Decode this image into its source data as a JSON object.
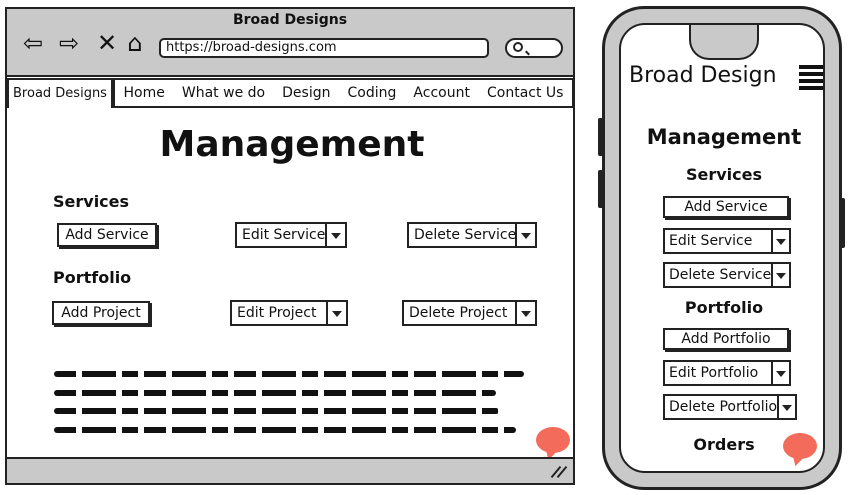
{
  "desktop": {
    "window_title": "Broad Designs",
    "url": "https://broad-designs.com",
    "nav_icons": [
      "back-arrow-icon",
      "forward-arrow-icon",
      "stop-icon",
      "home-icon"
    ],
    "brand": "Broad Designs",
    "nav": [
      "Home",
      "What we do",
      "Design",
      "Coding",
      "Account",
      "Contact Us"
    ],
    "page_title": "Management",
    "services": {
      "label": "Services",
      "add": "Add Service",
      "edit": "Edit Service",
      "delete": "Delete Service"
    },
    "portfolio": {
      "label": "Portfolio",
      "add": "Add Project",
      "edit": "Edit Project",
      "delete": "Delete Project"
    }
  },
  "mobile": {
    "brand": "Broad Design",
    "page_title": "Management",
    "services": {
      "label": "Services",
      "add": "Add Service",
      "edit": "Edit Service",
      "delete": "Delete Service"
    },
    "portfolio": {
      "label": "Portfolio",
      "add": "Add Portfolio",
      "edit": "Edit Portfolio",
      "delete": "Delete Portfolio"
    },
    "orders_label": "Orders"
  },
  "colors": {
    "chrome_gray": "#c9c9c9",
    "chat_bubble": "#f26b5b",
    "ink": "#222222"
  }
}
